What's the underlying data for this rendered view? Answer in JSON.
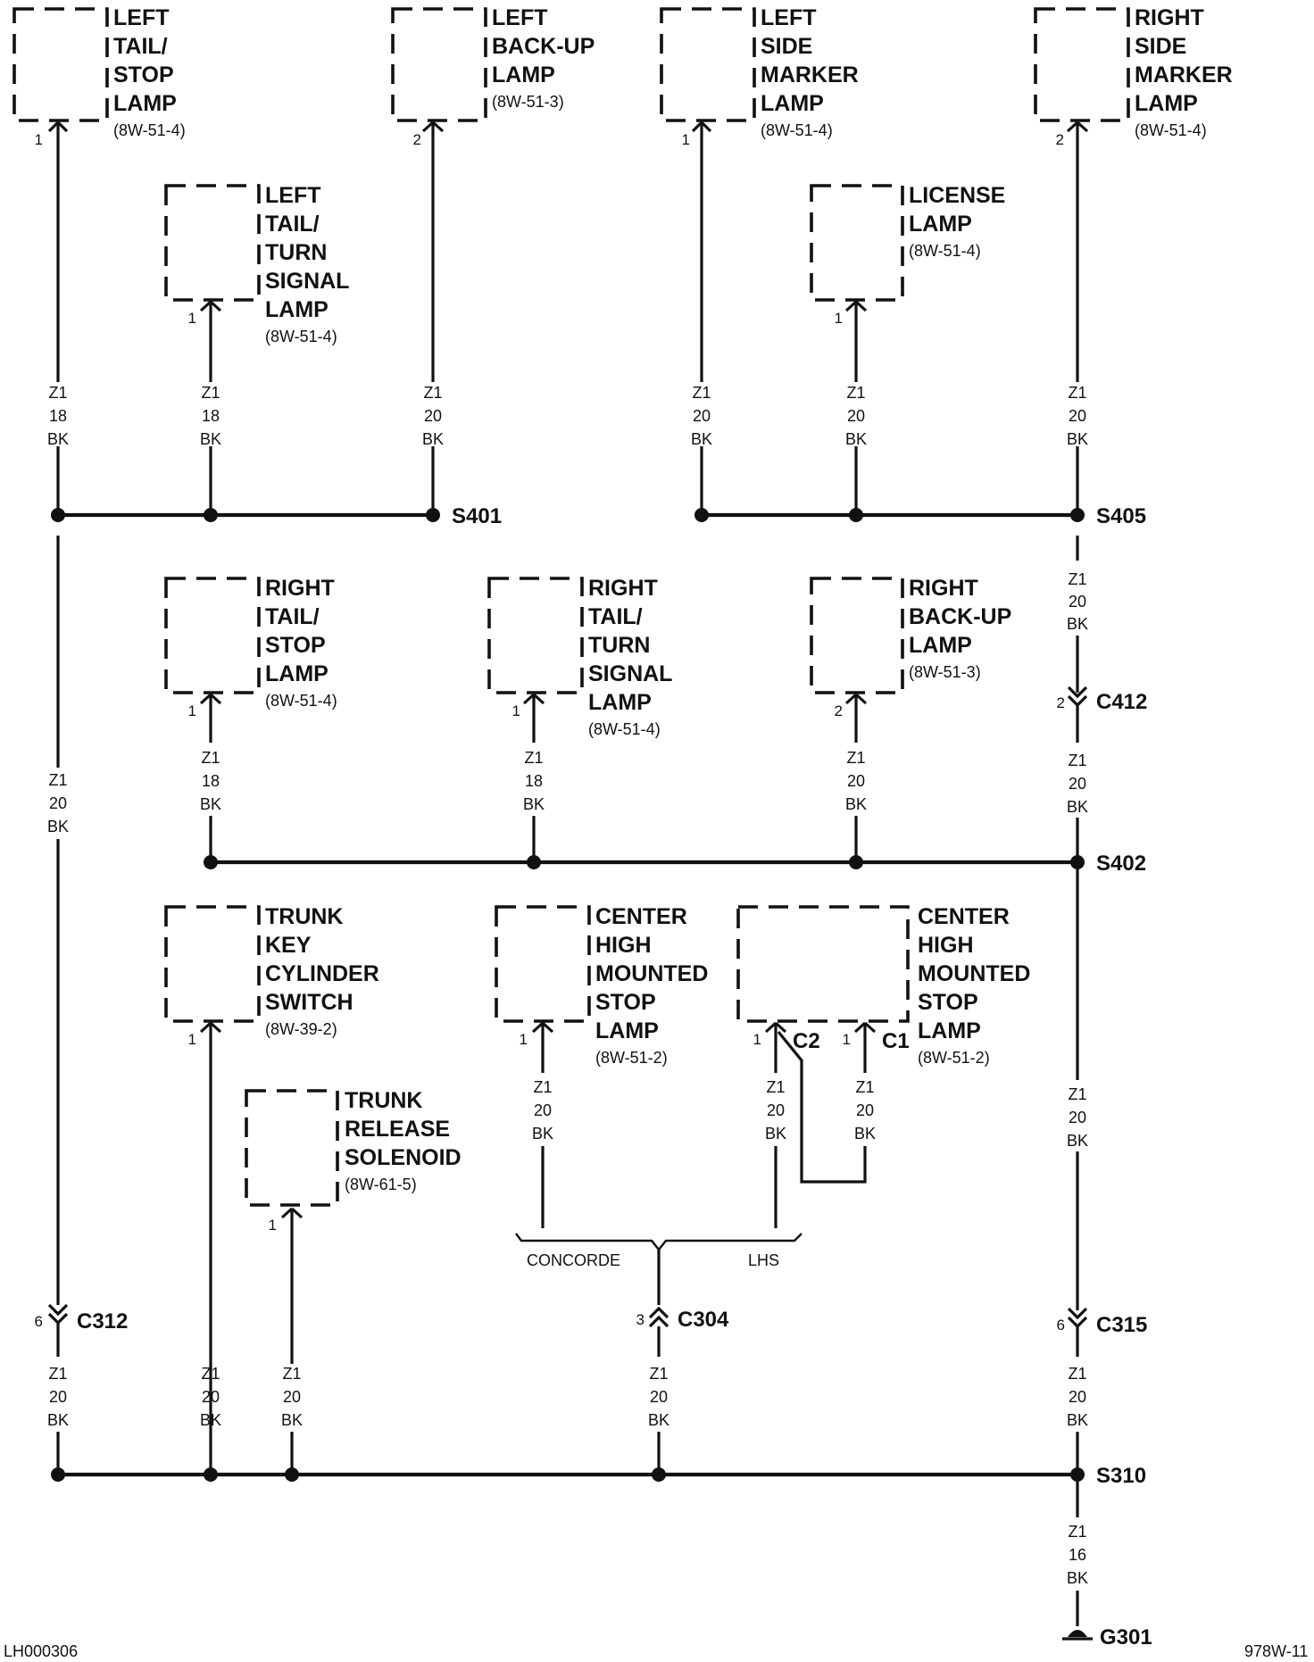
{
  "components": {
    "left_tail_stop_lamp": {
      "lines": [
        "LEFT",
        "TAIL/",
        "STOP",
        "LAMP"
      ],
      "ref": "(8W-51-4)",
      "pin": "1"
    },
    "left_backup_lamp": {
      "lines": [
        "LEFT",
        "BACK-UP",
        "LAMP"
      ],
      "ref": "(8W-51-3)",
      "pin": "2"
    },
    "left_side_marker_lamp": {
      "lines": [
        "LEFT",
        "SIDE",
        "MARKER",
        "LAMP"
      ],
      "ref": "(8W-51-4)",
      "pin": "1"
    },
    "right_side_marker_lamp": {
      "lines": [
        "RIGHT",
        "SIDE",
        "MARKER",
        "LAMP"
      ],
      "ref": "(8W-51-4)",
      "pin": "2"
    },
    "left_tail_turn_signal_lamp": {
      "lines": [
        "LEFT",
        "TAIL/",
        "TURN",
        "SIGNAL",
        "LAMP"
      ],
      "ref": "(8W-51-4)",
      "pin": "1"
    },
    "license_lamp": {
      "lines": [
        "LICENSE",
        "LAMP"
      ],
      "ref": "(8W-51-4)",
      "pin": "1"
    },
    "right_tail_stop_lamp": {
      "lines": [
        "RIGHT",
        "TAIL/",
        "STOP",
        "LAMP"
      ],
      "ref": "(8W-51-4)",
      "pin": "1"
    },
    "right_tail_turn_signal_lamp": {
      "lines": [
        "RIGHT",
        "TAIL/",
        "TURN",
        "SIGNAL",
        "LAMP"
      ],
      "ref": "(8W-51-4)",
      "pin": "1"
    },
    "right_backup_lamp": {
      "lines": [
        "RIGHT",
        "BACK-UP",
        "LAMP"
      ],
      "ref": "(8W-51-3)",
      "pin": "2"
    },
    "trunk_key_cylinder_switch": {
      "lines": [
        "TRUNK",
        "KEY",
        "CYLINDER",
        "SWITCH"
      ],
      "ref": "(8W-39-2)",
      "pin": "1"
    },
    "chmsl_concorde": {
      "lines": [
        "CENTER",
        "HIGH",
        "MOUNTED",
        "STOP",
        "LAMP"
      ],
      "ref": "(8W-51-2)",
      "pin": "1"
    },
    "chmsl_lhs": {
      "lines": [
        "CENTER",
        "HIGH",
        "MOUNTED",
        "STOP",
        "LAMP"
      ],
      "ref": "(8W-51-2)",
      "pin_c2": "1",
      "conn_c2": "C2",
      "pin_c1": "1",
      "conn_c1": "C1"
    },
    "trunk_release_solenoid": {
      "lines": [
        "TRUNK",
        "RELEASE",
        "SOLENOID"
      ],
      "ref": "(8W-61-5)",
      "pin": "1"
    }
  },
  "wires": {
    "z1_18_bk": [
      "Z1",
      "18",
      "BK"
    ],
    "z1_20_bk": [
      "Z1",
      "20",
      "BK"
    ],
    "z1_16_bk": [
      "Z1",
      "16",
      "BK"
    ]
  },
  "splices": {
    "s401": "S401",
    "s405": "S405",
    "s402": "S402",
    "s310": "S310"
  },
  "connectors": {
    "c412": {
      "name": "C412",
      "pin": "2"
    },
    "c312": {
      "name": "C312",
      "pin": "6"
    },
    "c304": {
      "name": "C304",
      "pin": "3"
    },
    "c315": {
      "name": "C315",
      "pin": "6"
    }
  },
  "ground": "G301",
  "variants": {
    "left": "CONCORDE",
    "right": "LHS"
  },
  "footer": {
    "left_code": "LH000306",
    "right_code": "978W-11"
  }
}
